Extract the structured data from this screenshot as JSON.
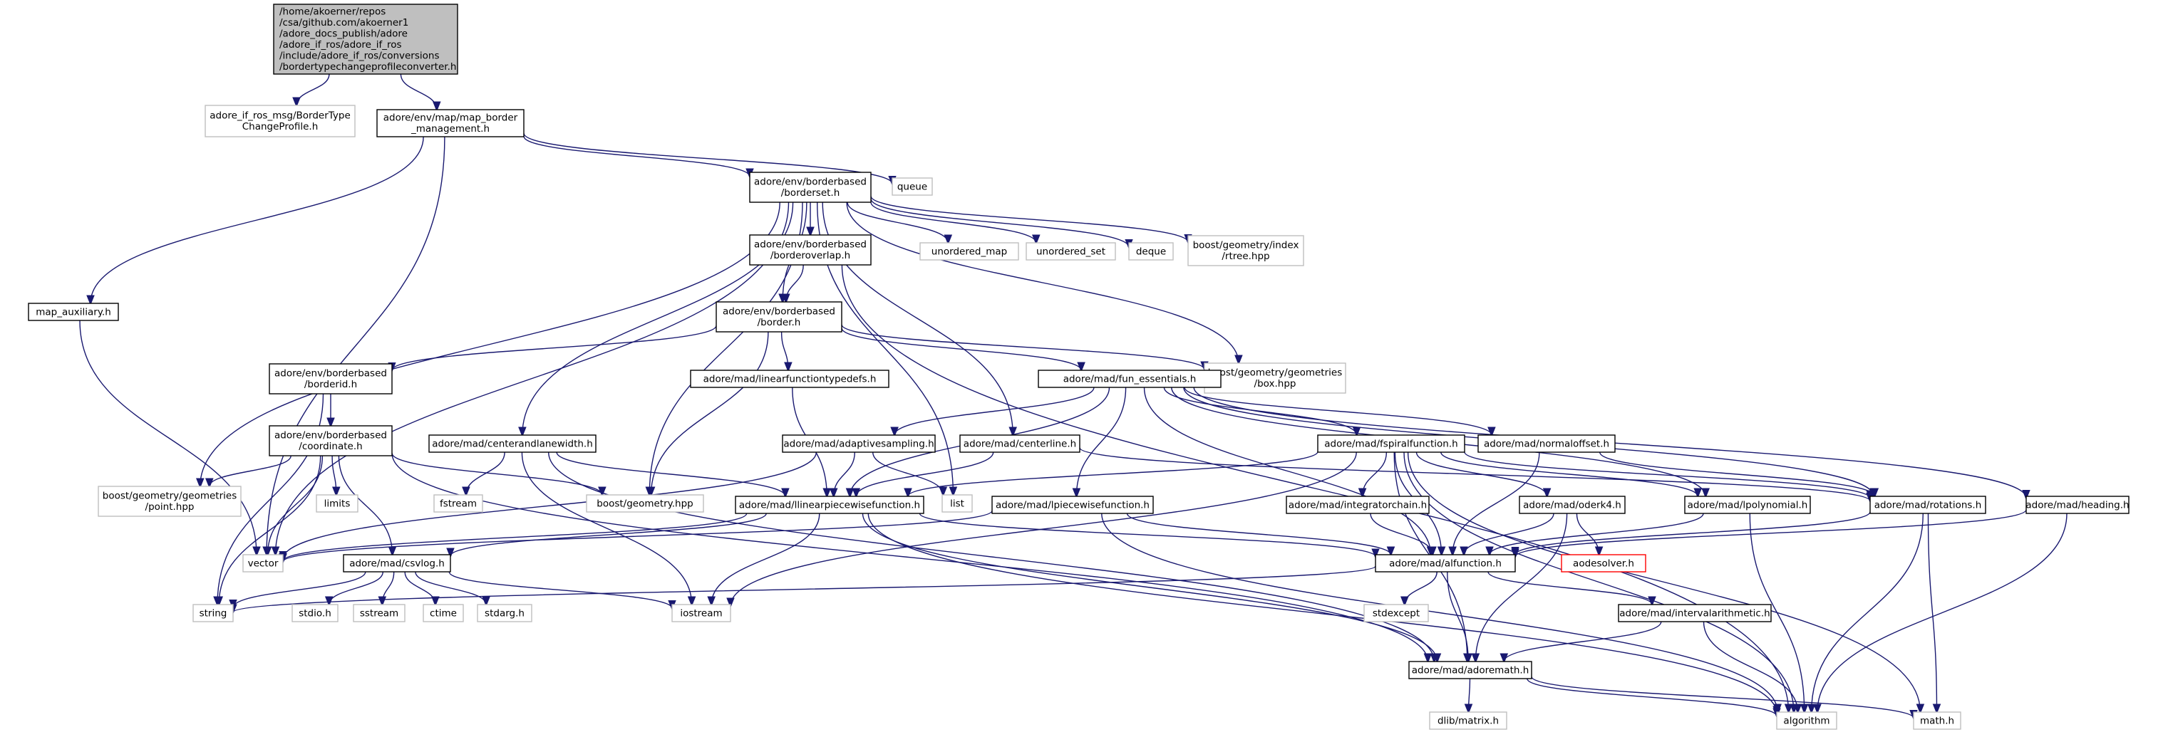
{
  "diagram": {
    "kind": "include dependency graph",
    "colors": {
      "edge": "#191970",
      "root_fill": "#bfbfbf",
      "node_border": "#000000",
      "external_border": "#bfbfbf",
      "missing_border": "#ff0000"
    },
    "nodes": [
      {
        "id": "root",
        "kind": "root",
        "lines": [
          "/home/akoerner/repos",
          "/csa/github.com/akoerner1",
          "/adore_docs_publish/adore",
          "/adore_if_ros/adore_if_ros",
          "/include/adore_if_ros/conversions",
          "/bordertypechangeprofileconverter.h"
        ]
      },
      {
        "id": "btcp",
        "kind": "ext",
        "lines": [
          "adore_if_ros_msg/BorderType",
          "ChangeProfile.h"
        ]
      },
      {
        "id": "mbm",
        "kind": "main",
        "lines": [
          "adore/env/map/map_border",
          "_management.h"
        ]
      },
      {
        "id": "maux",
        "kind": "main",
        "lines": [
          "map_auxiliary.h"
        ]
      },
      {
        "id": "queue",
        "kind": "ext",
        "lines": [
          "queue"
        ]
      },
      {
        "id": "bset",
        "kind": "main",
        "lines": [
          "adore/env/borderbased",
          "/borderset.h"
        ]
      },
      {
        "id": "bovl",
        "kind": "main",
        "lines": [
          "adore/env/borderbased",
          "/borderoverlap.h"
        ]
      },
      {
        "id": "umap",
        "kind": "ext",
        "lines": [
          "unordered_map"
        ]
      },
      {
        "id": "uset",
        "kind": "ext",
        "lines": [
          "unordered_set"
        ]
      },
      {
        "id": "deque",
        "kind": "ext",
        "lines": [
          "deque"
        ]
      },
      {
        "id": "rtree",
        "kind": "ext",
        "lines": [
          "boost/geometry/index",
          "/rtree.hpp"
        ]
      },
      {
        "id": "border",
        "kind": "main",
        "lines": [
          "adore/env/borderbased",
          "/border.h"
        ]
      },
      {
        "id": "boxhpp",
        "kind": "ext",
        "lines": [
          "boost/geometry/geometries",
          "/box.hpp"
        ]
      },
      {
        "id": "bid",
        "kind": "main",
        "lines": [
          "adore/env/borderbased",
          "/borderid.h"
        ]
      },
      {
        "id": "lftd",
        "kind": "main",
        "lines": [
          "adore/mad/linearfunctiontypedefs.h"
        ]
      },
      {
        "id": "fess",
        "kind": "main",
        "lines": [
          "adore/mad/fun_essentials.h"
        ]
      },
      {
        "id": "coord",
        "kind": "main",
        "lines": [
          "adore/env/borderbased",
          "/coordinate.h"
        ]
      },
      {
        "id": "clw",
        "kind": "main",
        "lines": [
          "adore/mad/centerandlanewidth.h"
        ]
      },
      {
        "id": "adsamp",
        "kind": "main",
        "lines": [
          "adore/mad/adaptivesampling.h"
        ]
      },
      {
        "id": "cline",
        "kind": "main",
        "lines": [
          "adore/mad/centerline.h"
        ]
      },
      {
        "id": "fspiral",
        "kind": "main",
        "lines": [
          "adore/mad/fspiralfunction.h"
        ]
      },
      {
        "id": "normoff",
        "kind": "main",
        "lines": [
          "adore/mad/normaloffset.h"
        ]
      },
      {
        "id": "pointhpp",
        "kind": "ext",
        "lines": [
          "boost/geometry/geometries",
          "/point.hpp"
        ]
      },
      {
        "id": "limits",
        "kind": "ext",
        "lines": [
          "limits"
        ]
      },
      {
        "id": "fstream",
        "kind": "ext",
        "lines": [
          "fstream"
        ]
      },
      {
        "id": "geomhpp",
        "kind": "ext",
        "lines": [
          "boost/geometry.hpp"
        ]
      },
      {
        "id": "list",
        "kind": "ext",
        "lines": [
          "list"
        ]
      },
      {
        "id": "llpw",
        "kind": "main",
        "lines": [
          "adore/mad/llinearpiecewisefunction.h"
        ]
      },
      {
        "id": "lpw",
        "kind": "main",
        "lines": [
          "adore/mad/lpiecewisefunction.h"
        ]
      },
      {
        "id": "integ",
        "kind": "main",
        "lines": [
          "adore/mad/integratorchain.h"
        ]
      },
      {
        "id": "oderk4",
        "kind": "main",
        "lines": [
          "adore/mad/oderk4.h"
        ]
      },
      {
        "id": "lpoly",
        "kind": "main",
        "lines": [
          "adore/mad/lpolynomial.h"
        ]
      },
      {
        "id": "rot",
        "kind": "main",
        "lines": [
          "adore/mad/rotations.h"
        ]
      },
      {
        "id": "heading",
        "kind": "main",
        "lines": [
          "adore/mad/heading.h"
        ]
      },
      {
        "id": "vector",
        "kind": "ext",
        "lines": [
          "vector"
        ]
      },
      {
        "id": "csvlog",
        "kind": "main",
        "lines": [
          "adore/mad/csvlog.h"
        ]
      },
      {
        "id": "alf",
        "kind": "main",
        "lines": [
          "adore/mad/alfunction.h"
        ]
      },
      {
        "id": "aode",
        "kind": "missing",
        "lines": [
          "aodesolver.h"
        ]
      },
      {
        "id": "string",
        "kind": "ext",
        "lines": [
          "string"
        ]
      },
      {
        "id": "stdio",
        "kind": "ext",
        "lines": [
          "stdio.h"
        ]
      },
      {
        "id": "sstream",
        "kind": "ext",
        "lines": [
          "sstream"
        ]
      },
      {
        "id": "ctime",
        "kind": "ext",
        "lines": [
          "ctime"
        ]
      },
      {
        "id": "stdarg",
        "kind": "ext",
        "lines": [
          "stdarg.h"
        ]
      },
      {
        "id": "iostream",
        "kind": "ext",
        "lines": [
          "iostream"
        ]
      },
      {
        "id": "stdexcept",
        "kind": "ext",
        "lines": [
          "stdexcept"
        ]
      },
      {
        "id": "intarith",
        "kind": "main",
        "lines": [
          "adore/mad/intervalarithmetic.h"
        ]
      },
      {
        "id": "admath",
        "kind": "main",
        "lines": [
          "adore/mad/adoremath.h"
        ]
      },
      {
        "id": "dlib",
        "kind": "ext",
        "lines": [
          "dlib/matrix.h"
        ]
      },
      {
        "id": "algorithm",
        "kind": "ext",
        "lines": [
          "algorithm"
        ]
      },
      {
        "id": "mathh",
        "kind": "ext",
        "lines": [
          "math.h"
        ]
      }
    ],
    "edges": [
      [
        "root",
        "btcp"
      ],
      [
        "root",
        "mbm"
      ],
      [
        "mbm",
        "maux"
      ],
      [
        "mbm",
        "queue"
      ],
      [
        "mbm",
        "bset"
      ],
      [
        "mbm",
        "vector"
      ],
      [
        "maux",
        "vector"
      ],
      [
        "bset",
        "bovl"
      ],
      [
        "bset",
        "umap"
      ],
      [
        "bset",
        "uset"
      ],
      [
        "bset",
        "deque"
      ],
      [
        "bset",
        "rtree"
      ],
      [
        "bset",
        "border"
      ],
      [
        "bset",
        "boxhpp"
      ],
      [
        "bset",
        "clw"
      ],
      [
        "bset",
        "cline"
      ],
      [
        "bset",
        "geomhpp"
      ],
      [
        "bset",
        "pointhpp"
      ],
      [
        "bset",
        "vector"
      ],
      [
        "bset",
        "list"
      ],
      [
        "bovl",
        "border"
      ],
      [
        "bovl",
        "algorithm"
      ],
      [
        "border",
        "bid"
      ],
      [
        "border",
        "lftd"
      ],
      [
        "border",
        "fess"
      ],
      [
        "border",
        "boxhpp"
      ],
      [
        "border",
        "geomhpp"
      ],
      [
        "bid",
        "coord"
      ],
      [
        "bid",
        "string"
      ],
      [
        "coord",
        "pointhpp"
      ],
      [
        "coord",
        "limits"
      ],
      [
        "coord",
        "geomhpp"
      ],
      [
        "coord",
        "csvlog"
      ],
      [
        "coord",
        "string"
      ],
      [
        "coord",
        "vector"
      ],
      [
        "coord",
        "admath"
      ],
      [
        "lftd",
        "llpw"
      ],
      [
        "fess",
        "adsamp"
      ],
      [
        "fess",
        "llpw"
      ],
      [
        "fess",
        "lpw"
      ],
      [
        "fess",
        "fspiral"
      ],
      [
        "fess",
        "normoff"
      ],
      [
        "fess",
        "lpoly"
      ],
      [
        "fess",
        "rot"
      ],
      [
        "fess",
        "heading"
      ],
      [
        "fess",
        "alf"
      ],
      [
        "clw",
        "fstream"
      ],
      [
        "clw",
        "llpw"
      ],
      [
        "clw",
        "iostream"
      ],
      [
        "clw",
        "admath"
      ],
      [
        "adsamp",
        "llpw"
      ],
      [
        "adsamp",
        "list"
      ],
      [
        "adsamp",
        "vector"
      ],
      [
        "cline",
        "llpw"
      ],
      [
        "cline",
        "rot"
      ],
      [
        "fspiral",
        "llpw"
      ],
      [
        "fspiral",
        "integ"
      ],
      [
        "fspiral",
        "oderk4"
      ],
      [
        "fspiral",
        "lpoly"
      ],
      [
        "fspiral",
        "rot"
      ],
      [
        "fspiral",
        "alf"
      ],
      [
        "fspiral",
        "admath"
      ],
      [
        "fspiral",
        "iostream"
      ],
      [
        "fspiral",
        "algorithm"
      ],
      [
        "fspiral",
        "mathh"
      ],
      [
        "normoff",
        "alf"
      ],
      [
        "normoff",
        "rot"
      ],
      [
        "llpw",
        "csvlog"
      ],
      [
        "llpw",
        "alf"
      ],
      [
        "llpw",
        "admath"
      ],
      [
        "llpw",
        "iostream"
      ],
      [
        "llpw",
        "vector"
      ],
      [
        "llpw",
        "algorithm"
      ],
      [
        "lpw",
        "alf"
      ],
      [
        "lpw",
        "vector"
      ],
      [
        "lpw",
        "algorithm"
      ],
      [
        "integ",
        "alf"
      ],
      [
        "oderk4",
        "alf"
      ],
      [
        "oderk4",
        "aode"
      ],
      [
        "oderk4",
        "admath"
      ],
      [
        "lpoly",
        "alf"
      ],
      [
        "lpoly",
        "algorithm"
      ],
      [
        "rot",
        "alf"
      ],
      [
        "rot",
        "algorithm"
      ],
      [
        "rot",
        "mathh"
      ],
      [
        "heading",
        "alf"
      ],
      [
        "heading",
        "algorithm"
      ],
      [
        "csvlog",
        "string"
      ],
      [
        "csvlog",
        "stdio"
      ],
      [
        "csvlog",
        "sstream"
      ],
      [
        "csvlog",
        "ctime"
      ],
      [
        "csvlog",
        "stdarg"
      ],
      [
        "csvlog",
        "iostream"
      ],
      [
        "alf",
        "stdexcept"
      ],
      [
        "alf",
        "intarith"
      ],
      [
        "alf",
        "admath"
      ],
      [
        "alf",
        "string"
      ],
      [
        "intarith",
        "admath"
      ],
      [
        "intarith",
        "algorithm"
      ],
      [
        "admath",
        "dlib"
      ],
      [
        "admath",
        "algorithm"
      ],
      [
        "admath",
        "mathh"
      ]
    ]
  }
}
